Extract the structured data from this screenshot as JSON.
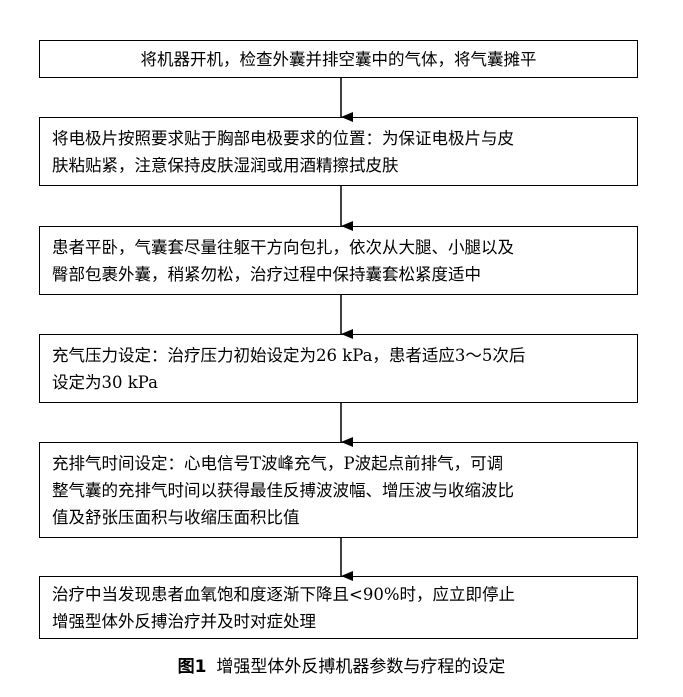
{
  "steps": [
    {
      "lines": [
        "将机器开机，检查外囊并排空囊中的气体，将气囊摊平"
      ]
    },
    {
      "lines": [
        "将电极片按照要求贴于胸部电极要求的位置：为保证电极片与皮",
        "肤粘贴紧，注意保持皮肤湿润或用酒精擦拭皮肤"
      ]
    },
    {
      "lines": [
        "患者平卧，气囊套尽量往躯干方向包扎，依次从大腿、小腿以及",
        "臀部包裹外囊，稍紧勿松，治疗过程中保持囊套松紧度适中"
      ]
    },
    {
      "lines": [
        "充气压力设定：治疗压力初始设定为26 kPa，患者适应3～5次后",
        "设定为30 kPa"
      ]
    },
    {
      "lines": [
        "充排气时间设定：心电信号T波峰充气，P波起点前排气，可调",
        "整气囊的充排气时间以获得最佳反搏波波幅、增压波与收缩波比",
        "值及舒张压面积与收缩压面积比值"
      ]
    },
    {
      "lines": [
        "治疗中当发现患者血氧饱和度逐渐下降且<90%时，应立即停止",
        "增强型体外反搏治疗并及时对症处理"
      ]
    }
  ],
  "caption": {
    "number": "图1",
    "text": "增强型体外反搏机器参数与疗程的设定"
  }
}
